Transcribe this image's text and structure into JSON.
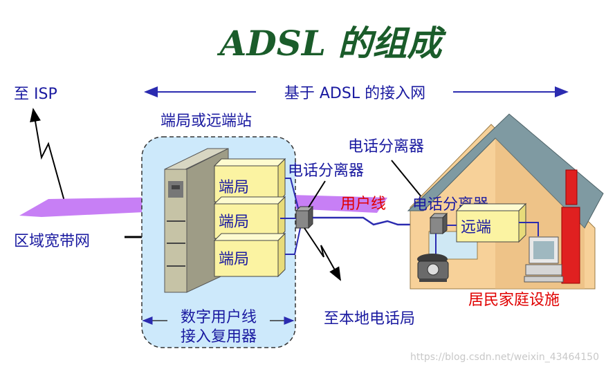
{
  "title": "ADSL 的组成",
  "labels": {
    "to_isp": "至 ISP",
    "adsl_access_net": "基于 ADSL 的接入网",
    "central_office": "端局或远端站",
    "regional_broadband": "区域宽带网",
    "splitter_top": "电话分离器",
    "splitter_left": "电话分离器",
    "splitter_right": "电话分离器",
    "subscriber_line": "用户线",
    "to_local_office": "至本地电话局",
    "dslam_line1": "数字用户线",
    "dslam_line2": "接入复用器",
    "home_equipment": "居民家庭设施",
    "watermark": "https://blog.csdn.net/weixin_43464150"
  },
  "modules": [
    "端局",
    "端局",
    "端局"
  ],
  "remote": "远端",
  "colors": {
    "title": "#1a5c2a",
    "text": "#1a1aa0",
    "red_text": "#e00000",
    "arrow": "#2b2bb0",
    "band": "#c77ff5",
    "cabinet_bg": "#cde9fb",
    "module": "#fbf3a2",
    "house_wall": "#f7d199",
    "roof": "#7f9aa2",
    "chimney": "#e02020"
  }
}
